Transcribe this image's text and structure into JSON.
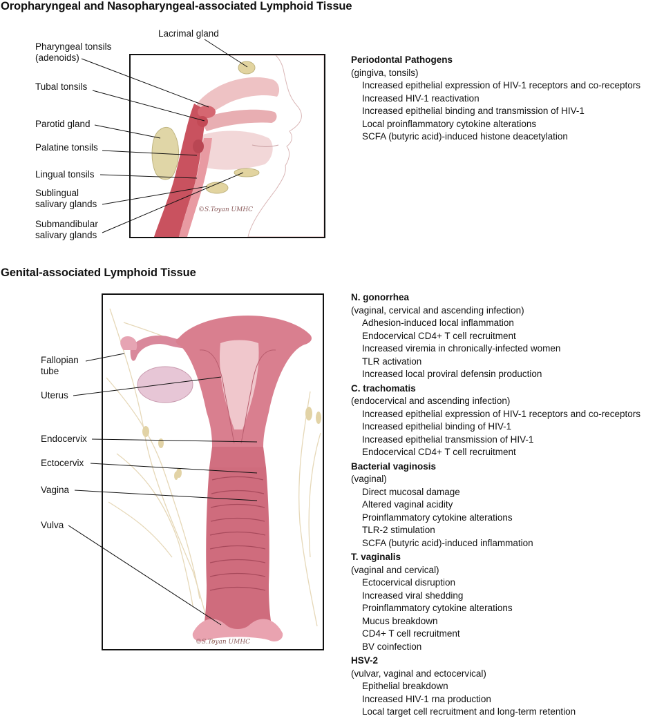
{
  "sections": {
    "oral": {
      "title": "Oropharyngeal and Nasopharyngeal-associated Lymphoid Tissue"
    },
    "genital": {
      "title": "Genital-associated Lymphoid Tissue"
    }
  },
  "oral_labels": {
    "lacrimal": "Lacrimal gland",
    "pharyngeal_1": "Pharyngeal tonsils",
    "pharyngeal_2": "(adenoids)",
    "tubal": "Tubal tonsils",
    "parotid": "Parotid gland",
    "palatine": "Palatine tonsils",
    "lingual": "Lingual tonsils",
    "sublingual_1": "Sublingual",
    "sublingual_2": "salivary glands",
    "submandibular_1": "Submandibular",
    "submandibular_2": "salivary glands"
  },
  "genital_labels": {
    "fallopian_1": "Fallopian",
    "fallopian_2": "tube",
    "uterus": "Uterus",
    "endocervix": "Endocervix",
    "ectocervix": "Ectocervix",
    "vagina": "Vagina",
    "vulva": "Vulva"
  },
  "oral_info": [
    {
      "title": "Periodontal Pathogens",
      "subtitle": "(gingiva, tonsils)",
      "items": [
        "Increased epithelial expression of HIV-1 receptors and co-receptors",
        "Increased HIV-1 reactivation",
        "Increased epithelial binding and transmission of HIV-1",
        "Local proinflammatory cytokine alterations",
        "SCFA (butyric acid)-induced histone deacetylation"
      ]
    }
  ],
  "genital_info": [
    {
      "title": "N. gonorrhea",
      "subtitle": "(vaginal, cervical and ascending infection)",
      "items": [
        "Adhesion-induced local inflammation",
        "Endocervical CD4+ T cell recruitment",
        "Increased viremia in chronically-infected women",
        "TLR activation",
        "Increased local proviral defensin production"
      ]
    },
    {
      "title": "C. trachomatis",
      "subtitle": "(endocervical and ascending infection)",
      "items": [
        "Increased epithelial expression of HIV-1 receptors and co-receptors",
        "Increased epithelial binding of HIV-1",
        "Increased epithelial transmission of HIV-1",
        "Endocervical CD4+ T cell recruitment"
      ]
    },
    {
      "title": "Bacterial vaginosis",
      "subtitle": "(vaginal)",
      "items": [
        "Direct mucosal damage",
        "Altered vaginal acidity",
        "Proinflammatory cytokine alterations",
        "TLR-2 stimulation",
        "SCFA (butyric acid)-induced inflammation"
      ]
    },
    {
      "title": "T. vaginalis",
      "subtitle": "(vaginal and cervical)",
      "items": [
        "Ectocervical disruption",
        "Increased viral shedding",
        "Proinflammatory cytokine alterations",
        "Mucus breakdown",
        "CD4+ T cell recruitment",
        "BV coinfection"
      ]
    },
    {
      "title": "HSV-2",
      "subtitle": "(vulvar, vaginal and ectocervical)",
      "items": [
        "Epithelial breakdown",
        "Increased HIV-1 rna production",
        "Local target cell recruitment and long-term retention"
      ]
    }
  ],
  "signatures": {
    "oral": "©S.Toyan UMHC",
    "genital": "©S.Toyan UMHC"
  }
}
